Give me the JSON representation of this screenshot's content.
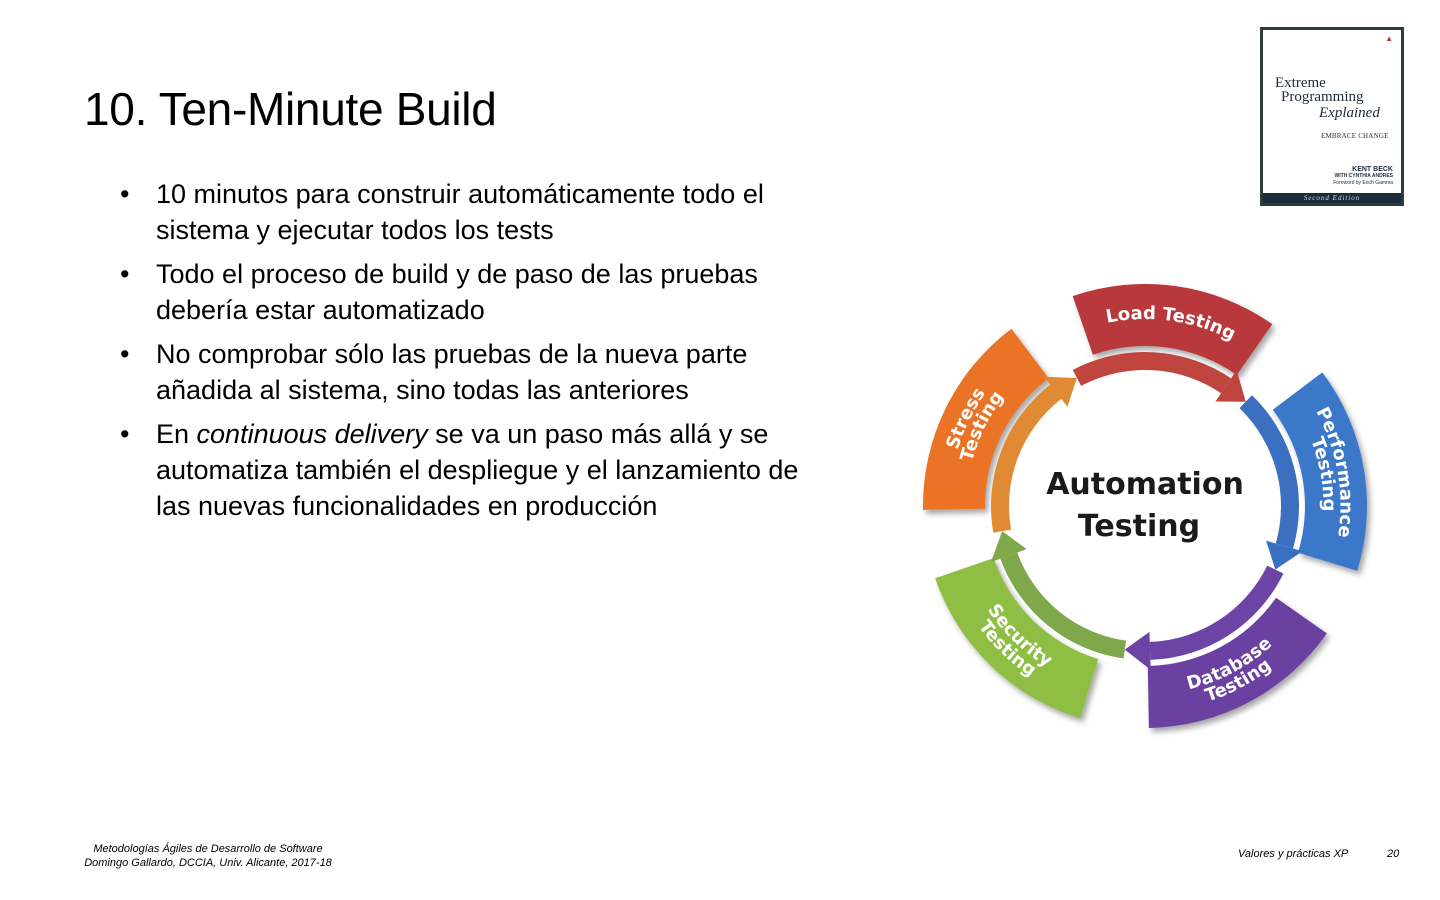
{
  "slide": {
    "title": "10. Ten-Minute Build",
    "bullets": [
      {
        "text": "10 minutos para construir automáticamente todo el sistema y ejecutar todos los tests"
      },
      {
        "text": "Todo el proceso de build y de paso de las pruebas debería estar automatizado"
      },
      {
        "text": "No comprobar sólo las pruebas de la nueva parte añadida al sistema, sino todas las anteriores"
      },
      {
        "pre": "En ",
        "em": "continuous delivery",
        "post": " se va un paso más allá y se automatiza también el despliegue y el lanzamiento de las nuevas funcionalidades en producción"
      }
    ],
    "bullet_glyph": "•"
  },
  "book": {
    "logo_icon": "publisher-logo-icon",
    "title_line1": "Extreme",
    "title_line2": "Programming",
    "title_line3": "Explained",
    "subtitle": "EMBRACE CHANGE",
    "author": "KENT BECK",
    "coauthor": "WITH CYNTHIA ANDRES",
    "foreword": "Foreword by Erich Gamma",
    "edition": "Second Edition",
    "band_color": "#1c2b3a"
  },
  "diagram": {
    "center_line1": "Automation",
    "center_line2": "Testing",
    "segments": [
      {
        "label": "Load Testing",
        "color": "#b8383a",
        "arrow_color": "#c0453f"
      },
      {
        "label": "Performance Testing",
        "color": "#3b78c9",
        "arrow_color": "#3b6fbf"
      },
      {
        "label": "Database Testing",
        "color": "#6a3fa0",
        "arrow_color": "#6b44a6"
      },
      {
        "label": "Security Testing",
        "color": "#8fbe44",
        "arrow_color": "#7fa84a"
      },
      {
        "label": "Stress Testing",
        "color": "#ea7326",
        "arrow_color": "#e08a33"
      }
    ]
  },
  "footer": {
    "course": "Metodologías Ágiles de Desarrollo de Software",
    "author": "Domingo Gallardo, DCCIA, Univ. Alicante, 2017-18",
    "section": "Valores y prácticas XP",
    "page": "20"
  }
}
